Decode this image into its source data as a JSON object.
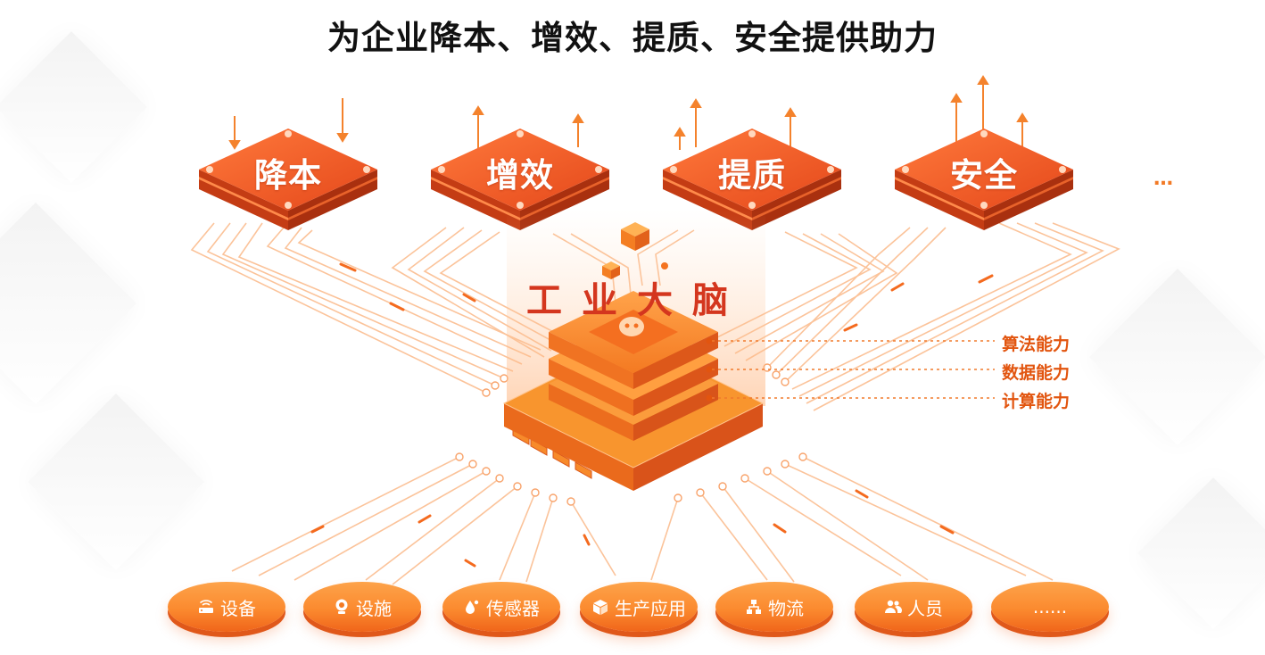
{
  "title": "为企业降本、增效、提质、安全提供助力",
  "goals": [
    {
      "label": "降本",
      "arrow": "down"
    },
    {
      "label": "增效",
      "arrow": "up"
    },
    {
      "label": "提质",
      "arrow": "up"
    },
    {
      "label": "安全",
      "arrow": "up"
    }
  ],
  "goals_more": "…",
  "brain": {
    "label": "工业大脑",
    "icon": "brain-icon"
  },
  "capabilities": [
    "算法能力",
    "数据能力",
    "计算能力"
  ],
  "sources": [
    {
      "label": "设备",
      "icon": "router-icon"
    },
    {
      "label": "设施",
      "icon": "camera-icon"
    },
    {
      "label": "传感器",
      "icon": "droplet-icon"
    },
    {
      "label": "生产应用",
      "icon": "cube-icon"
    },
    {
      "label": "物流",
      "icon": "network-icon"
    },
    {
      "label": "人员",
      "icon": "people-icon"
    },
    {
      "label": "......",
      "icon": ""
    }
  ],
  "colors": {
    "accent": "#f47320",
    "dark": "#d94618",
    "title": "#111111",
    "brain_text": "#d4361e",
    "capability_text": "#e2550f"
  }
}
